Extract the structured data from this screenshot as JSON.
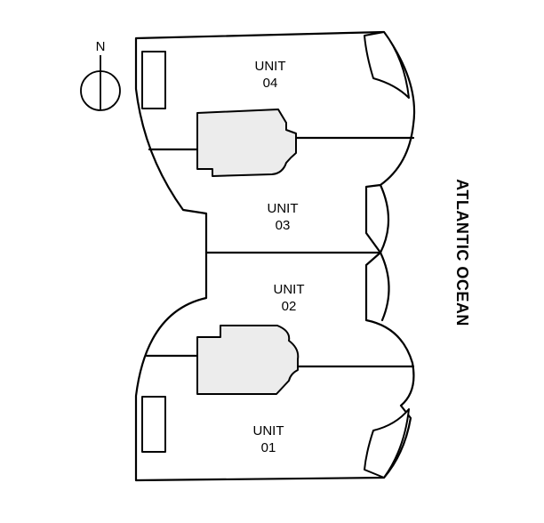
{
  "compass": {
    "north_label": "N"
  },
  "ocean_label": "ATLANTIC OCEAN",
  "units": [
    {
      "title": "UNIT",
      "number": "04"
    },
    {
      "title": "UNIT",
      "number": "03"
    },
    {
      "title": "UNIT",
      "number": "02"
    },
    {
      "title": "UNIT",
      "number": "01"
    }
  ],
  "colors": {
    "line": "#000000",
    "core_fill": "#ececec",
    "background": "#ffffff"
  }
}
